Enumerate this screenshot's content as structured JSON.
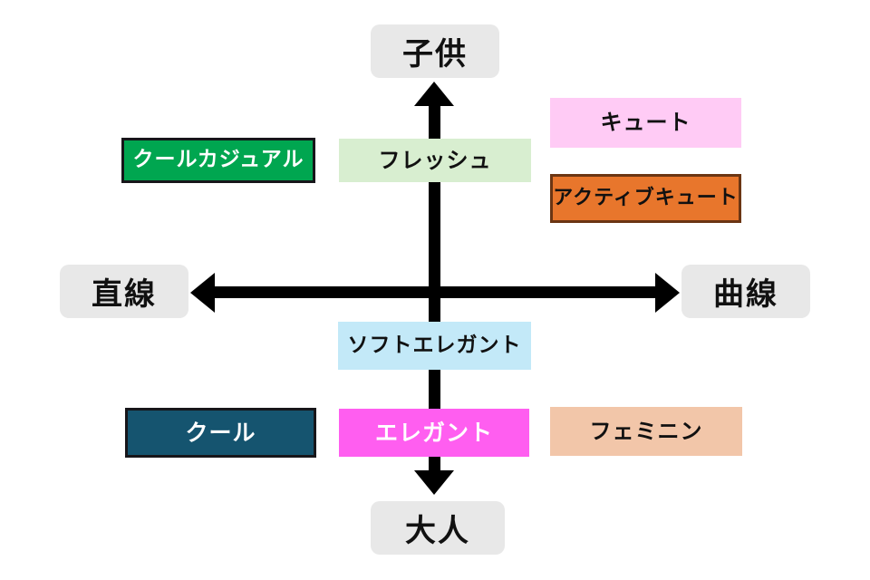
{
  "diagram": {
    "title_present": false,
    "background_color": "#ffffff",
    "axes": {
      "vertical": {
        "top_label": "子供",
        "bottom_label": "大人",
        "color": "#000000",
        "arrow_both_ends": true
      },
      "horizontal": {
        "left_label": "直線",
        "right_label": "曲線",
        "color": "#000000",
        "arrow_both_ends": true
      }
    },
    "axis_label_style": {
      "background": "#e8e8e8",
      "text_color": "#111111",
      "shape": "rounded-rectangle"
    },
    "boxes": [
      {
        "id": "cool-casual",
        "label": "クールカジュアル",
        "quadrant": "upper-left",
        "background": "#00a650",
        "text_color": "#ffffff",
        "border_color": "#17161a"
      },
      {
        "id": "fresh",
        "label": "フレッシュ",
        "quadrant": "upper-center",
        "background": "#d8eed0",
        "text_color": "#111111",
        "border_color": "none"
      },
      {
        "id": "cute",
        "label": "キュート",
        "quadrant": "upper-right",
        "background": "#ffcbf5",
        "text_color": "#111111",
        "border_color": "none"
      },
      {
        "id": "active-cute",
        "label": "アクティブキュート",
        "quadrant": "upper-right",
        "background": "#e8762c",
        "text_color": "#111111",
        "border_color": "#6b3513"
      },
      {
        "id": "soft-elegant",
        "label": "ソフトエレガント",
        "quadrant": "lower-center",
        "background": "#c3e9f8",
        "text_color": "#111111",
        "border_color": "none"
      },
      {
        "id": "cool",
        "label": "クール",
        "quadrant": "lower-left",
        "background": "#15546f",
        "text_color": "#ffffff",
        "border_color": "#17161a"
      },
      {
        "id": "elegant",
        "label": "エレガント",
        "quadrant": "lower-center",
        "background": "#ff5ef0",
        "text_color": "#ffffff",
        "border_color": "none"
      },
      {
        "id": "feminine",
        "label": "フェミニン",
        "quadrant": "lower-right",
        "background": "#f2c6a9",
        "text_color": "#111111",
        "border_color": "none"
      }
    ]
  }
}
